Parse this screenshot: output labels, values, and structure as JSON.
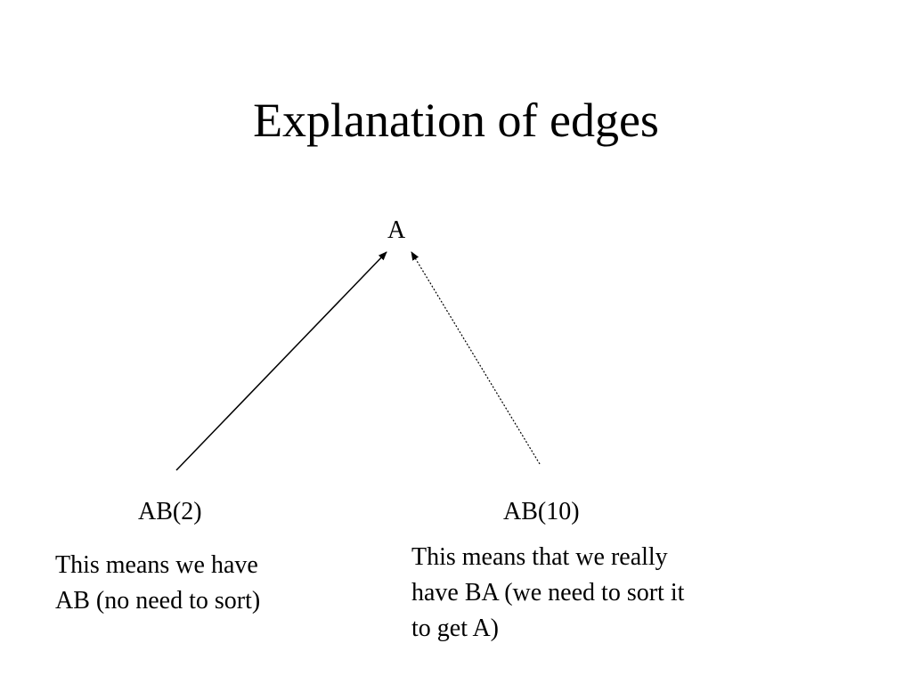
{
  "slide": {
    "title": "Explanation of edges"
  },
  "diagram": {
    "nodes": {
      "top": "A",
      "left": "AB(2)",
      "right": "AB(10)"
    },
    "edges": [
      {
        "from": "AB(2)",
        "to": "A",
        "style": "solid"
      },
      {
        "from": "AB(10)",
        "to": "A",
        "style": "dotted"
      }
    ],
    "notes": {
      "left": "This means we have AB (no need to sort)",
      "right": "This means that we really have BA (we need to sort it to get A)"
    }
  }
}
